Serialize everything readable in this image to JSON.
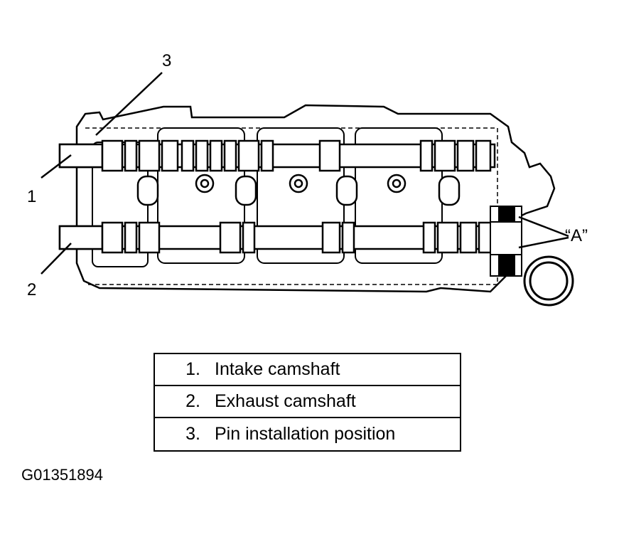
{
  "callouts": {
    "c1": "1",
    "c2": "2",
    "c3": "3",
    "cA": "“A”"
  },
  "legend": [
    {
      "num": "1.",
      "text": "Intake camshaft"
    },
    {
      "num": "2.",
      "text": "Exhaust camshaft"
    },
    {
      "num": "3.",
      "text": "Pin installation position"
    }
  ],
  "figure_id": "G01351894"
}
